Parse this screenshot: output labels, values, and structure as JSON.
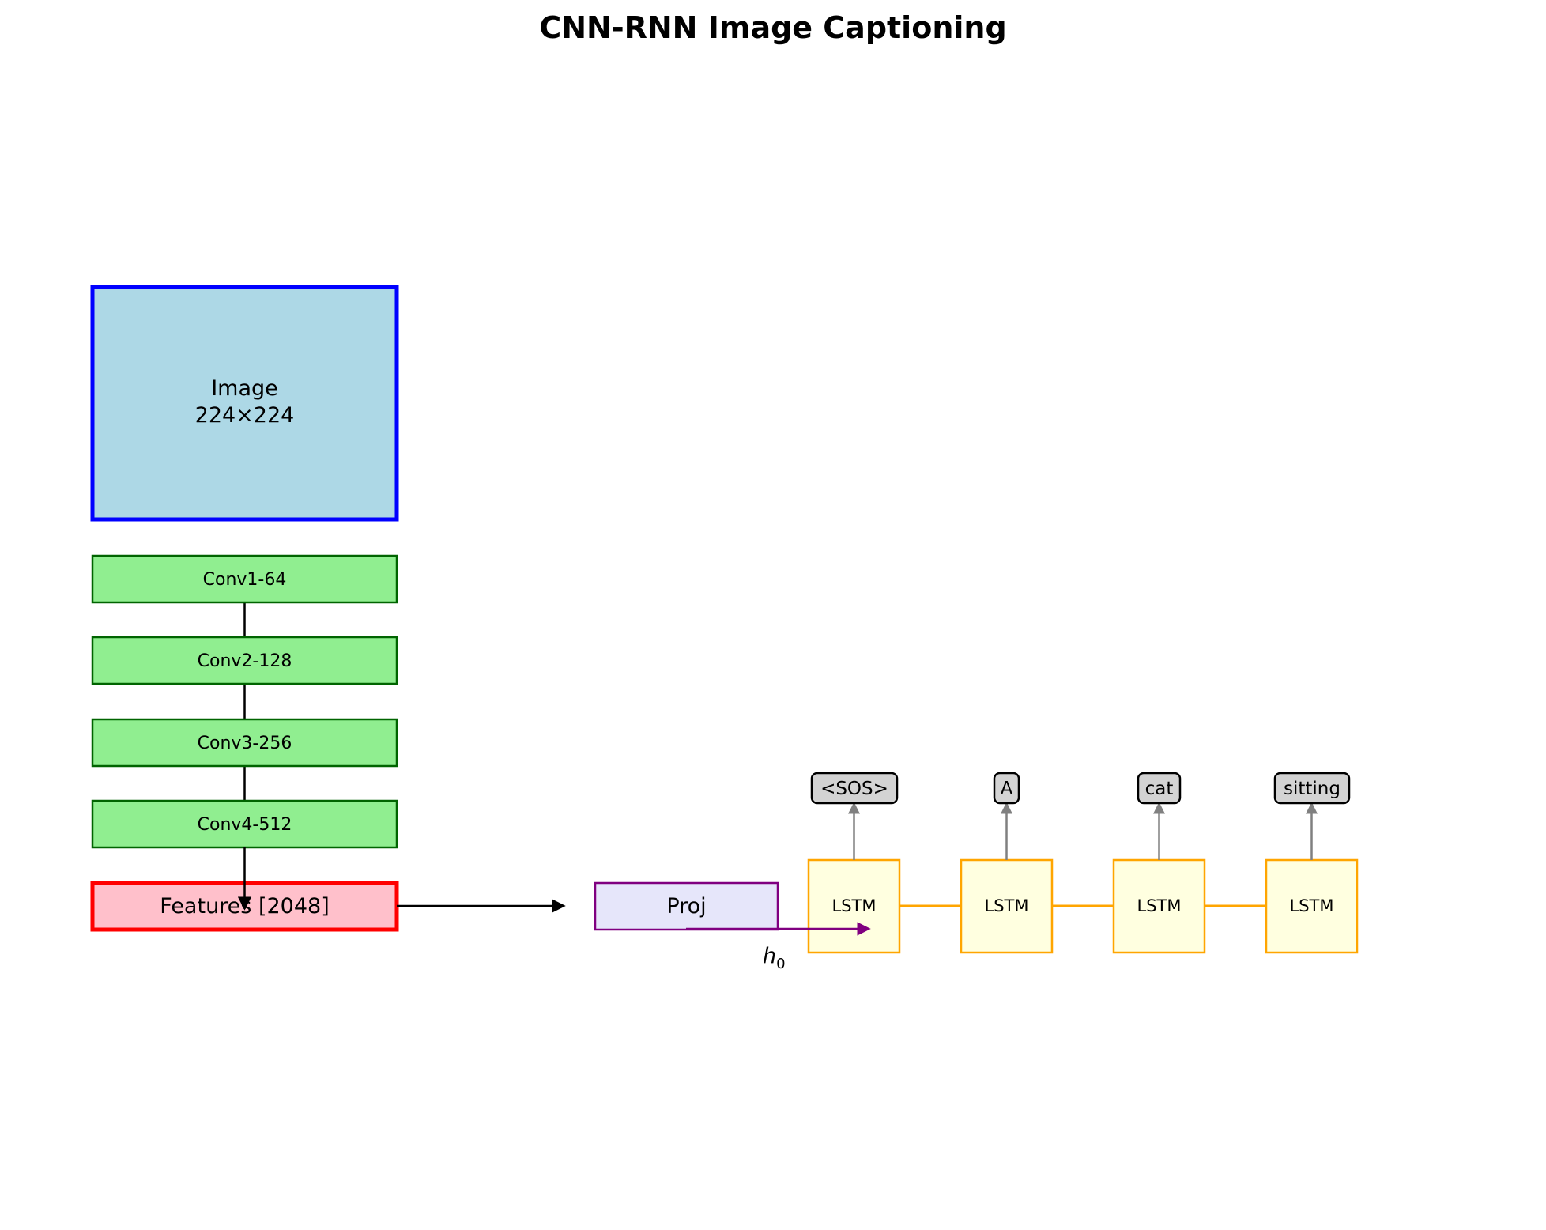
{
  "title": "CNN-RNN Image Captioning",
  "image_box": {
    "line1": "Image",
    "line2": "224×224"
  },
  "conv_layers": [
    {
      "label": "Conv1-64"
    },
    {
      "label": "Conv2-128"
    },
    {
      "label": "Conv3-256"
    },
    {
      "label": "Conv4-512"
    }
  ],
  "features": {
    "label": "Features [2048]"
  },
  "projection": {
    "label": "Proj"
  },
  "hidden_state": {
    "symbol": "h",
    "subscript": "0"
  },
  "lstm_cells": [
    {
      "label": "LSTM",
      "output_token": "<SOS>"
    },
    {
      "label": "LSTM",
      "output_token": "A"
    },
    {
      "label": "LSTM",
      "output_token": "cat"
    },
    {
      "label": "LSTM",
      "output_token": "sitting"
    }
  ],
  "colors": {
    "image_fill": "#add8e6",
    "image_border": "#0000ff",
    "conv_fill": "#90ee90",
    "conv_border": "#006400",
    "features_fill": "#ffc0cb",
    "features_border": "#ff0000",
    "proj_fill": "#e6e6fa",
    "proj_border": "#800080",
    "lstm_fill": "#ffffe0",
    "lstm_border": "#ffa500",
    "token_fill": "#d3d3d3",
    "token_arrow": "#808080"
  }
}
